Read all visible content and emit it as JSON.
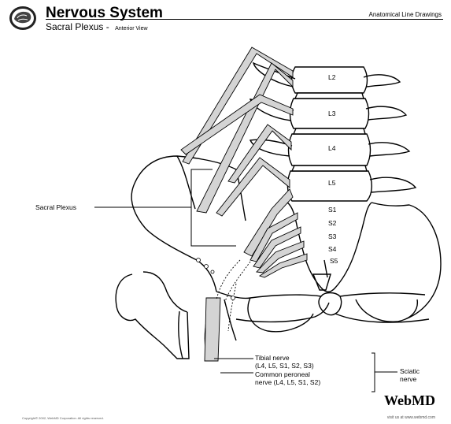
{
  "header": {
    "title": "Nervous System",
    "subtitle": "Sacral Plexus",
    "subtitle_sep": "-",
    "view": "Anterior View",
    "right_text": "Anatomical Line Drawings"
  },
  "vertebrae": [
    "L2",
    "L3",
    "L4",
    "L5"
  ],
  "sacral_levels": [
    "S1",
    "S2",
    "S3",
    "S4",
    "S5"
  ],
  "labels": {
    "sacral_plexus": "Sacral Plexus",
    "tibial_line1": "Tibial nerve",
    "tibial_line2": "(L4, L5, S1, S2, S3)",
    "peroneal_line1": "Common peroneal",
    "peroneal_line2": "nerve (L4, L5, S1, S2)",
    "sciatic_line1": "Sciatic",
    "sciatic_line2": "nerve"
  },
  "footer": {
    "copyright": "Copyright© 2002, WebMD Corporation. All rights reserved.",
    "url": "visit us at www.webmd.com",
    "brand": "WebMD"
  },
  "colors": {
    "nerve_fill": "#d4d4d4",
    "line": "#000000"
  }
}
